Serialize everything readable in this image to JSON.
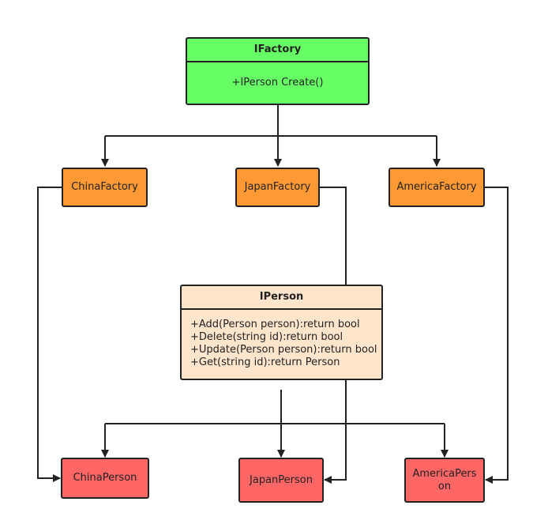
{
  "colors": {
    "interface_factory": "#66ff66",
    "factory": "#ff9933",
    "interface_person": "#ffe5cc",
    "person": "#ff6666",
    "border": "#222222"
  },
  "ifactory": {
    "title": "IFactory",
    "methods": [
      "+IPerson Create()"
    ]
  },
  "factories": [
    {
      "label": "ChinaFactory"
    },
    {
      "label": "JapanFactory"
    },
    {
      "label": "AmericaFactory"
    }
  ],
  "iperson": {
    "title": "IPerson",
    "methods": [
      "+Add(Person person):return bool",
      "+Delete(string id):return bool",
      "+Update(Person person):return bool",
      "+Get(string id):return Person"
    ]
  },
  "persons": [
    {
      "label": "ChinaPerson"
    },
    {
      "label": "JapanPerson"
    },
    {
      "label_line1": "AmericaPers",
      "label_line2": "on"
    }
  ]
}
